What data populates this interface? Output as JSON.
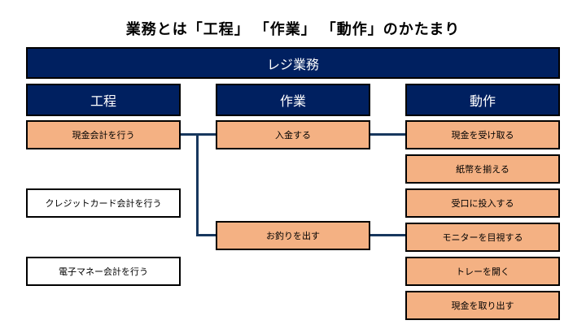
{
  "title": "業務とは「工程」 「作業」 「動作」のかたまり",
  "banner": {
    "label": "レジ業務"
  },
  "columns": [
    {
      "header": "工程"
    },
    {
      "header": "作業"
    },
    {
      "header": "動作"
    }
  ],
  "process_items": [
    {
      "label": "現金会計を行う",
      "highlighted": true
    },
    {
      "label": "クレジットカード会計を行う",
      "highlighted": false
    },
    {
      "label": "電子マネー会計を行う",
      "highlighted": false
    }
  ],
  "task_items": [
    {
      "label": "入金する",
      "highlighted": true
    },
    {
      "label": "お釣りを出す",
      "highlighted": true
    }
  ],
  "action_items": [
    {
      "label": "現金を受け取る",
      "highlighted": true
    },
    {
      "label": "紙幣を揃える",
      "highlighted": true
    },
    {
      "label": "受口に投入する",
      "highlighted": true
    },
    {
      "label": "モニターを目視する",
      "highlighted": true
    },
    {
      "label": "トレーを開く",
      "highlighted": true
    },
    {
      "label": "現金を取り出す",
      "highlighted": true
    }
  ],
  "colors": {
    "navy": "#002060",
    "orange": "#F4B183",
    "connector": "#17375E",
    "border": "#000000"
  }
}
